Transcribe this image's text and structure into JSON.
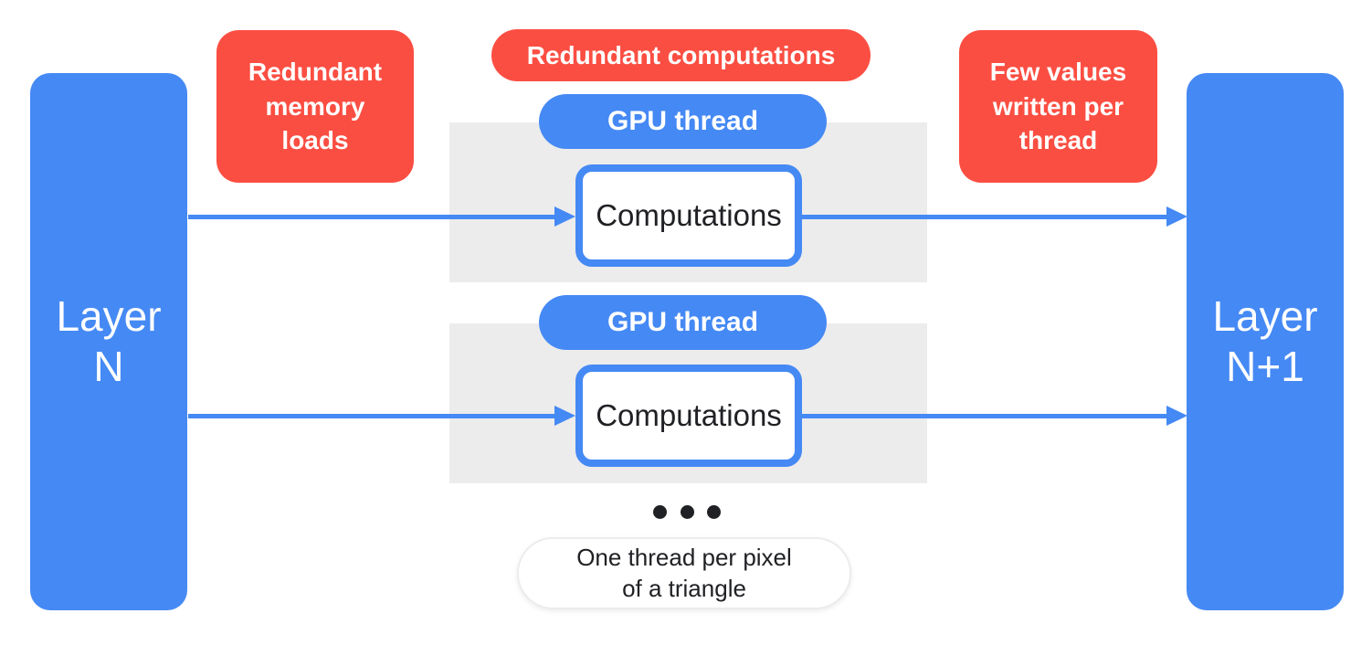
{
  "diagram": {
    "layer_n_label": "Layer\nN",
    "layer_n_plus_1_label": "Layer\nN+1",
    "annotations": {
      "redundant_memory_loads": "Redundant memory loads",
      "redundant_computations": "Redundant computations",
      "few_values_written": "Few values written per thread"
    },
    "threads": [
      {
        "pill_label": "GPU thread",
        "box_label": "Computations"
      },
      {
        "pill_label": "GPU thread",
        "box_label": "Computations"
      }
    ],
    "caption": "One thread per pixel\nof a triangle",
    "icons": {
      "ellipsis": "ellipsis-icon (three dots indicating more GPU threads)"
    },
    "colors": {
      "blue": "#4589F4",
      "red": "#FB4E42",
      "lane_gray": "#ECECEC",
      "text_dark": "#202124",
      "text_light": "#FFFFFF"
    }
  }
}
